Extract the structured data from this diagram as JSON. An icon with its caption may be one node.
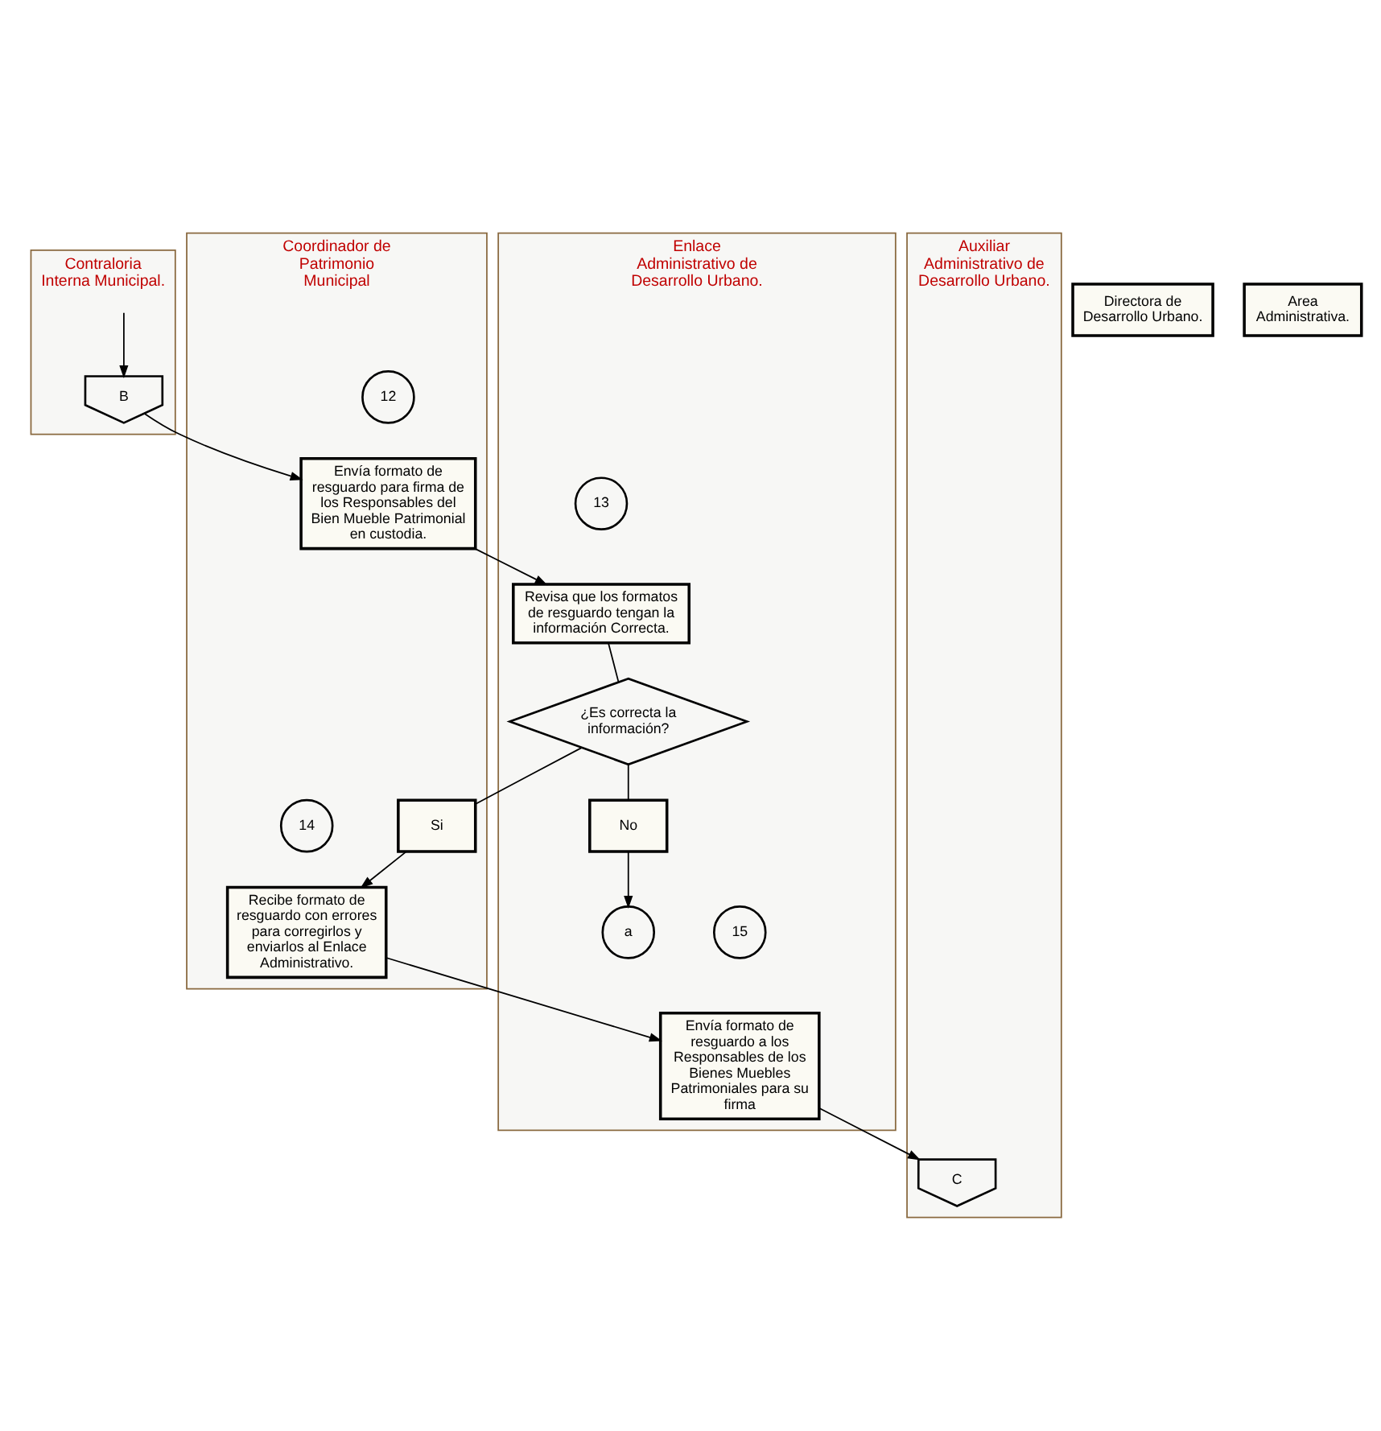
{
  "diagram": {
    "nodes": [
      {
        "text": [
          "Contraloria Interna Municipal."
        ]
      },
      {
        "text": [
          "Directora de Desarrollo Urbano."
        ]
      },
      {
        "text": [
          "Enlace Administrativo de Desarrollo Urbano."
        ]
      },
      {
        "text": [
          "Auxiliar Administrativo de Desarrollo Urbano."
        ]
      },
      {
        "text": [
          "Coordinador de Patrimonio Municipal"
        ]
      },
      {
        "text": [
          "Area Administrativa."
        ]
      },
      {
        "text": [
          "B"
        ],
        "in": 0
      },
      {
        "text": [
          "12"
        ],
        "in": 4
      },
      {
        "text": [
          "Envía formato de resguardo para firma de los Responsables del Bien Mueble Patrimonial en custodia."
        ],
        "in": 4
      },
      {
        "text": [
          "13"
        ],
        "in": 2
      },
      {
        "text": [
          "Revisa que los formatos de resguardo tengan la información Correcta."
        ],
        "in": 2
      },
      {
        "text": [
          "¿Es correcta la información?"
        ],
        "in": 2
      },
      {
        "text": [
          "No"
        ],
        "in": 2
      },
      {
        "text": [
          "a"
        ],
        "in": 2
      },
      {
        "text": [
          "Si"
        ],
        "in": 4
      },
      {
        "text": [
          "14"
        ],
        "in": 4
      },
      {
        "text": [
          "Recibe formato de resguardo con errores para corregirlos y enviarlos al Enlace Administrativo."
        ],
        "in": 4
      },
      {
        "text": [
          "15"
        ],
        "in": 2
      },
      {
        "text": [
          "Envía formato de resguardo a los Responsables de los Bienes Muebles Patrimoniales para su firma"
        ],
        "in": 2
      },
      {
        "text": [
          "C"
        ],
        "in": 3
      }
    ],
    "edges": [
      {
        "from": null,
        "to": 6,
        "arrow": "to"
      },
      {
        "from": 6,
        "to": 8,
        "arrow": "to"
      },
      {
        "from": 8,
        "to": 10,
        "arrow": "to"
      },
      {
        "from": 10,
        "to": 11,
        "arrow": "none"
      },
      {
        "from": 11,
        "to": 12,
        "arrow": "none"
      },
      {
        "from": 12,
        "to": 13,
        "arrow": "to"
      },
      {
        "from": 11,
        "to": 14,
        "arrow": "none"
      },
      {
        "from": 14,
        "to": 16,
        "arrow": "to"
      },
      {
        "from": 16,
        "to": 18,
        "arrow": "to"
      },
      {
        "from": 18,
        "to": 19,
        "arrow": "to"
      }
    ]
  }
}
